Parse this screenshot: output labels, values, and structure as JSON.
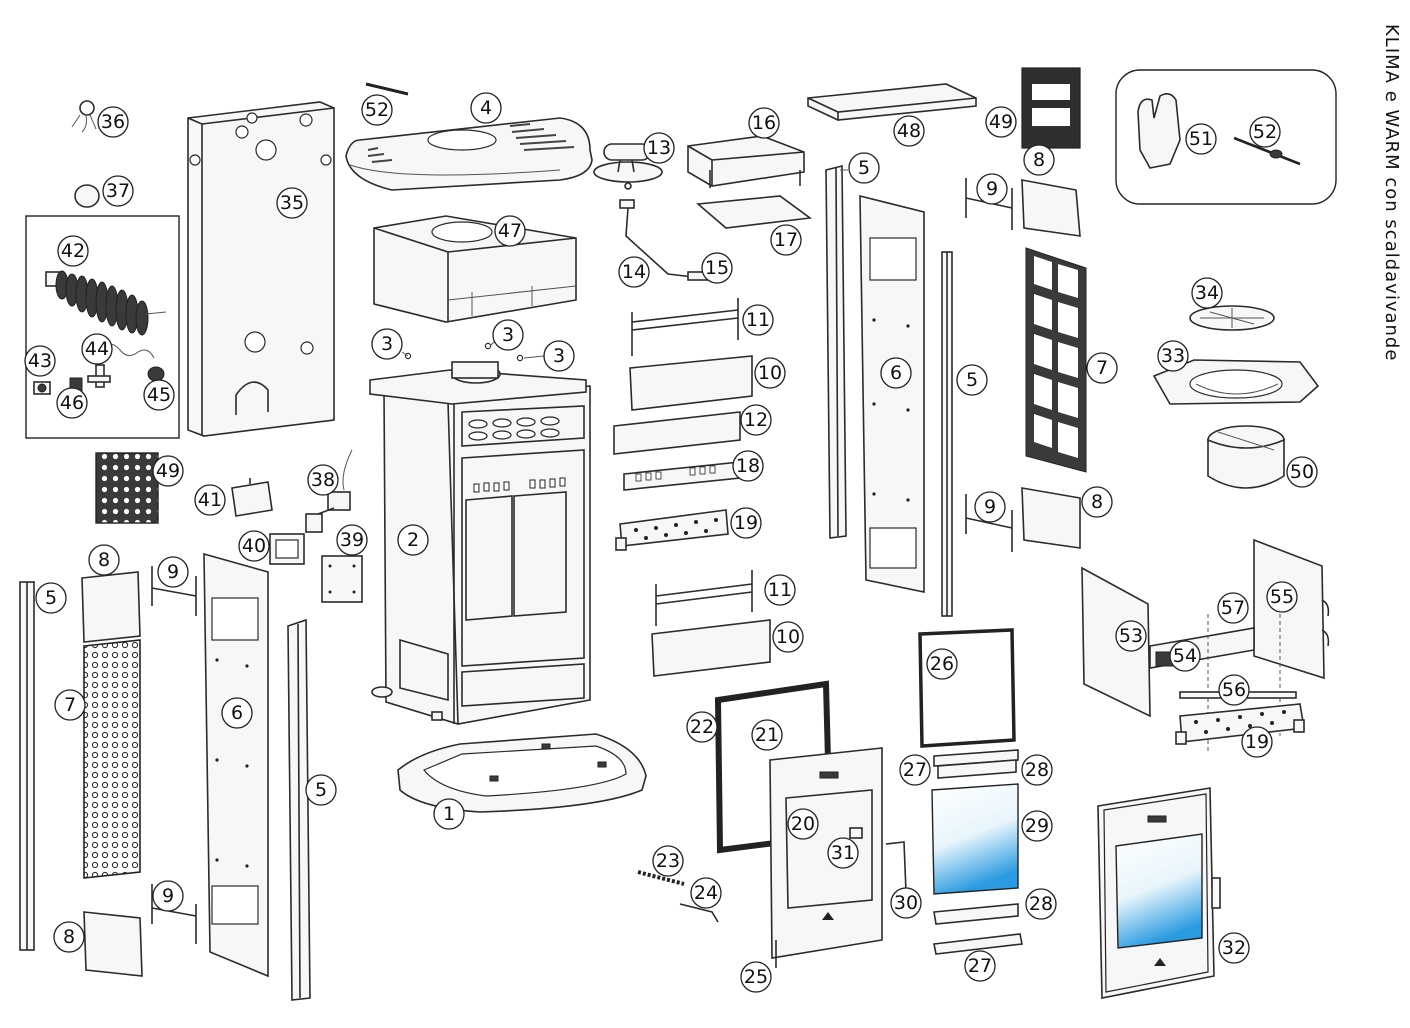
{
  "title": "KLIMA e WARM con scaldavivande",
  "callouts": [
    {
      "id": "c1",
      "label": "1"
    },
    {
      "id": "c2",
      "label": "2"
    },
    {
      "id": "c3a",
      "label": "3"
    },
    {
      "id": "c3b",
      "label": "3"
    },
    {
      "id": "c3c",
      "label": "3"
    },
    {
      "id": "c4",
      "label": "4"
    },
    {
      "id": "c5a",
      "label": "5"
    },
    {
      "id": "c5b",
      "label": "5"
    },
    {
      "id": "c5c",
      "label": "5"
    },
    {
      "id": "c5d",
      "label": "5"
    },
    {
      "id": "c6a",
      "label": "6"
    },
    {
      "id": "c6b",
      "label": "6"
    },
    {
      "id": "c7a",
      "label": "7"
    },
    {
      "id": "c7b",
      "label": "7"
    },
    {
      "id": "c8a",
      "label": "8"
    },
    {
      "id": "c8b",
      "label": "8"
    },
    {
      "id": "c8c",
      "label": "8"
    },
    {
      "id": "c8d",
      "label": "8"
    },
    {
      "id": "c9a",
      "label": "9"
    },
    {
      "id": "c9b",
      "label": "9"
    },
    {
      "id": "c9c",
      "label": "9"
    },
    {
      "id": "c9d",
      "label": "9"
    },
    {
      "id": "c10a",
      "label": "10"
    },
    {
      "id": "c10b",
      "label": "10"
    },
    {
      "id": "c11a",
      "label": "11"
    },
    {
      "id": "c11b",
      "label": "11"
    },
    {
      "id": "c12",
      "label": "12"
    },
    {
      "id": "c13",
      "label": "13"
    },
    {
      "id": "c14",
      "label": "14"
    },
    {
      "id": "c15",
      "label": "15"
    },
    {
      "id": "c16",
      "label": "16"
    },
    {
      "id": "c17",
      "label": "17"
    },
    {
      "id": "c18",
      "label": "18"
    },
    {
      "id": "c19a",
      "label": "19"
    },
    {
      "id": "c19b",
      "label": "19"
    },
    {
      "id": "c20",
      "label": "20"
    },
    {
      "id": "c21",
      "label": "21"
    },
    {
      "id": "c22",
      "label": "22"
    },
    {
      "id": "c23",
      "label": "23"
    },
    {
      "id": "c24",
      "label": "24"
    },
    {
      "id": "c25",
      "label": "25"
    },
    {
      "id": "c26",
      "label": "26"
    },
    {
      "id": "c27a",
      "label": "27"
    },
    {
      "id": "c27b",
      "label": "27"
    },
    {
      "id": "c28a",
      "label": "28"
    },
    {
      "id": "c28b",
      "label": "28"
    },
    {
      "id": "c29",
      "label": "29"
    },
    {
      "id": "c30",
      "label": "30"
    },
    {
      "id": "c31",
      "label": "31"
    },
    {
      "id": "c32",
      "label": "32"
    },
    {
      "id": "c33",
      "label": "33"
    },
    {
      "id": "c34",
      "label": "34"
    },
    {
      "id": "c35",
      "label": "35"
    },
    {
      "id": "c36",
      "label": "36"
    },
    {
      "id": "c37",
      "label": "37"
    },
    {
      "id": "c38",
      "label": "38"
    },
    {
      "id": "c39",
      "label": "39"
    },
    {
      "id": "c40",
      "label": "40"
    },
    {
      "id": "c41",
      "label": "41"
    },
    {
      "id": "c42",
      "label": "42"
    },
    {
      "id": "c43",
      "label": "43"
    },
    {
      "id": "c44",
      "label": "44"
    },
    {
      "id": "c45",
      "label": "45"
    },
    {
      "id": "c46",
      "label": "46"
    },
    {
      "id": "c47",
      "label": "47"
    },
    {
      "id": "c48",
      "label": "48"
    },
    {
      "id": "c49a",
      "label": "49"
    },
    {
      "id": "c49b",
      "label": "49"
    },
    {
      "id": "c50",
      "label": "50"
    },
    {
      "id": "c51",
      "label": "51"
    },
    {
      "id": "c52a",
      "label": "52"
    },
    {
      "id": "c52b",
      "label": "52"
    },
    {
      "id": "c53",
      "label": "53"
    },
    {
      "id": "c54",
      "label": "54"
    },
    {
      "id": "c55",
      "label": "55"
    },
    {
      "id": "c56",
      "label": "56"
    },
    {
      "id": "c57",
      "label": "57"
    }
  ],
  "colors": {
    "line": "#2b2b2b",
    "glass_top": "#ffffff",
    "glass_bottom": "#2a9be0"
  }
}
